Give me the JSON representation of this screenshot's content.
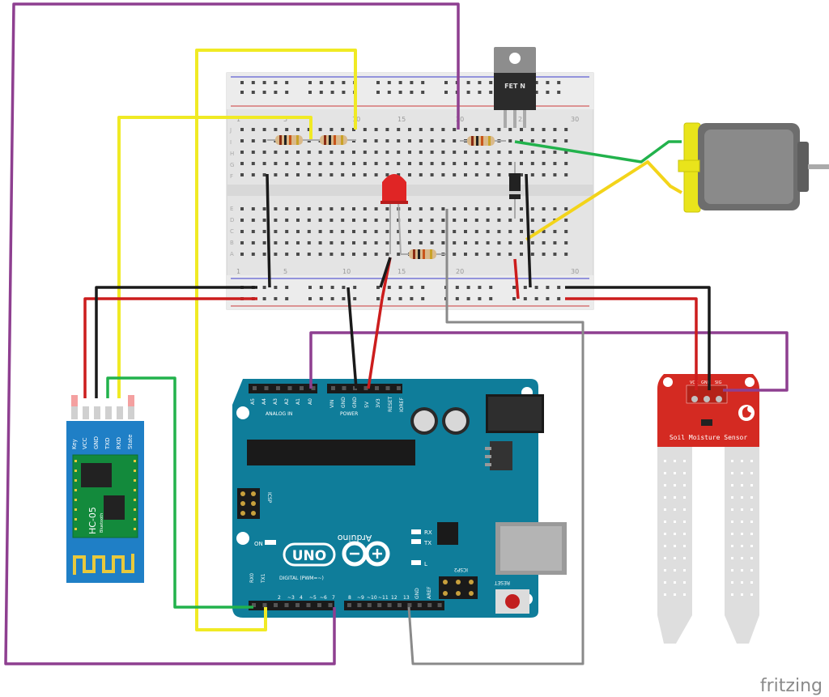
{
  "colors": {
    "wire_purple": "#8e3f90",
    "wire_yellow": "#f0ea24",
    "wire_green": "#22b24c",
    "wire_red": "#cc1d1d",
    "wire_black": "#1a1a1a",
    "wire_gray": "#8a8a8a",
    "arduino_blue": "#0f7d9a",
    "hc05_blue": "#1f7fc6",
    "sensor_red": "#d42a22",
    "breadboard": "#e9e9e9",
    "motor_yellow": "#e9e41b"
  },
  "breadboard": {
    "col_numbers": [
      "1",
      "5",
      "10",
      "15",
      "20",
      "25",
      "30"
    ],
    "row_letters_top": [
      "J",
      "I",
      "H",
      "G",
      "F"
    ],
    "row_letters_bottom": [
      "E",
      "D",
      "C",
      "B",
      "A"
    ]
  },
  "mosfet": {
    "label": "FET N"
  },
  "arduino": {
    "analog_header": "ANALOG IN",
    "analog_pins": [
      "A5",
      "A4",
      "A3",
      "A2",
      "A1",
      "A0"
    ],
    "power_header": "POWER",
    "power_pins": [
      "VIN",
      "GND",
      "GND",
      "5V",
      "3V3",
      "RESET",
      "IOREF"
    ],
    "digital_header": "DIGITAL (PWM=~)",
    "digital_pins": [
      "RX0",
      "TX1",
      "2",
      "~3",
      "4",
      "~5",
      "~6",
      "7",
      "8",
      "~9",
      "~10",
      "~11",
      "12",
      "13",
      "GND",
      "AREF"
    ],
    "logo_text": "UNO",
    "brand": "Arduino",
    "on_label": "ON",
    "rx_label": "RX",
    "tx_label": "TX",
    "l_label": "L",
    "icsp_label": "ICSP",
    "icsp2_label": "ICSP2",
    "reset_label": "RESET"
  },
  "hc05": {
    "pins": [
      "Key",
      "VCC",
      "GND",
      "TXD",
      "RXD",
      "State"
    ],
    "chip_label": "HC-05",
    "sub_label": "Bluetooth"
  },
  "sensor": {
    "title": "Soil Moisture Sensor",
    "pins": [
      "VCC",
      "GND",
      "SIG"
    ]
  },
  "watermark": "fritzing"
}
